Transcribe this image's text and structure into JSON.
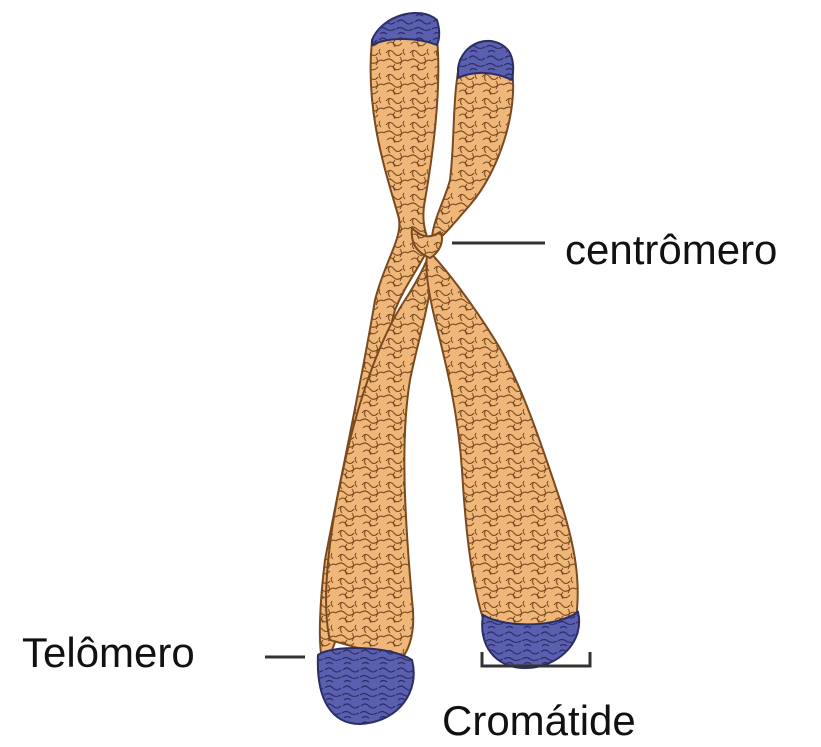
{
  "labels": {
    "centromere": "centrômero",
    "telomere": "Telômero",
    "chromatid": "Cromátide"
  },
  "colors": {
    "chromatin_fill": "#F0B77A",
    "chromatin_line": "#7A4A1E",
    "telomere_fill": "#5A5FB0",
    "telomere_line": "#2B2E66",
    "leader_line": "#333333",
    "text": "#111111"
  }
}
